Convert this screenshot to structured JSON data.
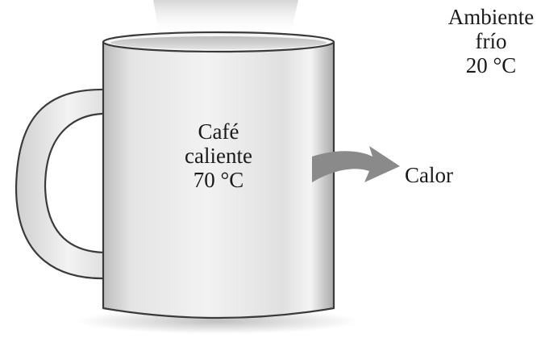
{
  "ambient": {
    "line1": "Ambiente",
    "line2": "frío",
    "line3": "20 °C"
  },
  "coffee": {
    "line1": "Café",
    "line2": "caliente",
    "line3": "70 °C"
  },
  "heat": {
    "label": "Calor"
  },
  "colors": {
    "mug_body": "#e9e9e9",
    "mug_outline": "#3a3a3a",
    "arrow": "#8a8a8a",
    "text": "#1a1a1a"
  }
}
